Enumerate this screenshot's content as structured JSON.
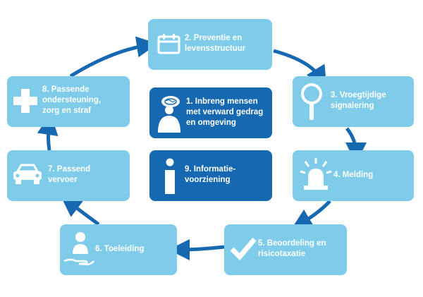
{
  "colors": {
    "box_light": "#7fccea",
    "box_dark": "#1668b1",
    "arrow": "#1668b1",
    "text": "#ffffff"
  },
  "steps": [
    {
      "id": 1,
      "label": "1. Inbreng mensen\nmet verward gedrag\nen omgeving",
      "icon": "person-with-badge-icon",
      "style": "dark"
    },
    {
      "id": 2,
      "label": "2. Preventie en\nlevensstructuur",
      "icon": "calendar-icon",
      "style": "light"
    },
    {
      "id": 3,
      "label": "3. Vroegtijdige\nsignalering",
      "icon": "magnifier-icon",
      "style": "light"
    },
    {
      "id": 4,
      "label": "4. Melding",
      "icon": "siren-icon",
      "style": "light"
    },
    {
      "id": 5,
      "label": "5. Beoordeling en\nrisicotaxatie",
      "icon": "checkmark-icon",
      "style": "light"
    },
    {
      "id": 6,
      "label": "6. Toeleiding",
      "icon": "person-in-hand-icon",
      "style": "light"
    },
    {
      "id": 7,
      "label": "7. Passend\nvervoer",
      "icon": "car-icon",
      "style": "light"
    },
    {
      "id": 8,
      "label": "8. Passende\nondersteuning,\nzorg en straf",
      "icon": "plus-cross-icon",
      "style": "light"
    },
    {
      "id": 9,
      "label": "9. Informatie-\nvoorziening",
      "icon": "info-icon",
      "style": "dark"
    }
  ],
  "cycle_order": [
    2,
    3,
    4,
    5,
    6,
    7,
    8,
    2
  ]
}
